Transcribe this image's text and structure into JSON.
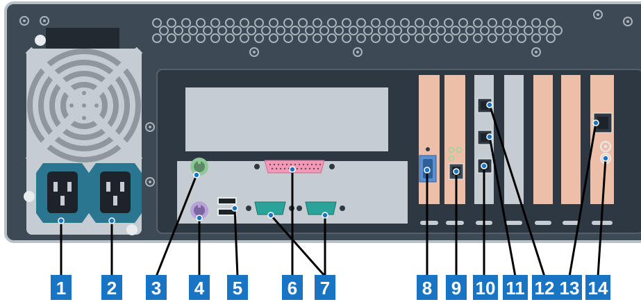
{
  "callouts": [
    {
      "label": "1"
    },
    {
      "label": "2"
    },
    {
      "label": "3"
    },
    {
      "label": "4"
    },
    {
      "label": "5"
    },
    {
      "label": "6"
    },
    {
      "label": "7"
    },
    {
      "label": "8"
    },
    {
      "label": "9"
    },
    {
      "label": "10"
    },
    {
      "label": "11"
    },
    {
      "label": "12"
    },
    {
      "label": "13"
    },
    {
      "label": "14"
    }
  ],
  "colors": {
    "chassis": "#3d4955",
    "chassis_edge": "#b8c0c8",
    "io_plate": "#2e3842",
    "psu_silver": "#c5ccd2",
    "power_socket": "#2a7690",
    "ps2_mouse": "#8fc79a",
    "ps2_keyboard": "#b9a2d8",
    "parallel_port": "#f09ab8",
    "serial_port": "#2aa39a",
    "vga_port": "#5a8fd0",
    "slot_peach": "#eebfa8",
    "callout_blue": "#1a74c4"
  }
}
